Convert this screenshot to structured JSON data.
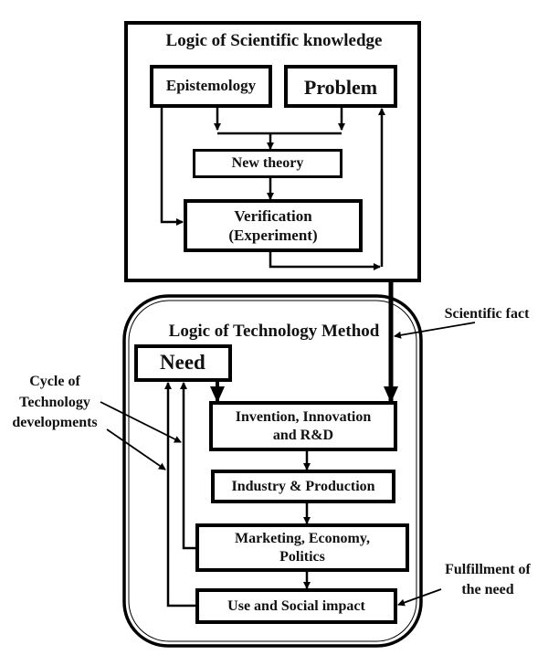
{
  "diagram": {
    "science_panel": {
      "title": "Logic of Scientific knowledge",
      "nodes": {
        "epistemology": "Epistemology",
        "problem": "Problem",
        "new_theory": "New theory",
        "verification_line1": "Verification",
        "verification_line2": "(Experiment)"
      }
    },
    "technology_panel": {
      "title": "Logic of Technology Method",
      "nodes": {
        "need": "Need",
        "invention_line1": "Invention, Innovation",
        "invention_line2": "and R&D",
        "industry": "Industry & Production",
        "marketing_line1": "Marketing, Economy,",
        "marketing_line2": "Politics",
        "use": "Use and Social impact"
      }
    },
    "annotations": {
      "scientific_fact": "Scientific fact",
      "cycle_line1": "Cycle of",
      "cycle_line2": "Technology",
      "cycle_line3": "developments",
      "fulfillment_line1": "Fulfillment of",
      "fulfillment_line2": "the need"
    },
    "edges": [
      {
        "from": "Epistemology",
        "to": "New theory"
      },
      {
        "from": "Problem",
        "to": "New theory"
      },
      {
        "from": "Epistemology",
        "to": "Verification"
      },
      {
        "from": "New theory",
        "to": "Verification"
      },
      {
        "from": "Verification",
        "to": "Problem"
      },
      {
        "from": "Logic of Scientific knowledge",
        "to": "Invention, Innovation and R&D",
        "label": "Scientific fact"
      },
      {
        "from": "Need",
        "to": "Invention, Innovation and R&D"
      },
      {
        "from": "Invention, Innovation and R&D",
        "to": "Industry & Production"
      },
      {
        "from": "Industry & Production",
        "to": "Marketing, Economy, Politics"
      },
      {
        "from": "Marketing, Economy, Politics",
        "to": "Use and Social impact"
      },
      {
        "from": "Marketing, Economy, Politics",
        "to": "Need"
      },
      {
        "from": "Use and Social impact",
        "to": "Need"
      }
    ]
  }
}
